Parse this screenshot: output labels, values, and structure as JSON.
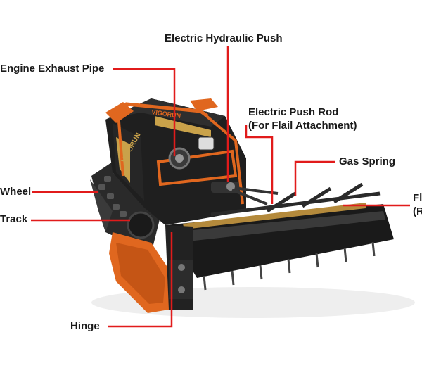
{
  "machine": {
    "brand_text": "VIGORUN",
    "body_color": "#1f1f1f",
    "accent_color": "#e0671f",
    "leader_color": "#e11b1b"
  },
  "labels": {
    "electric_hydraulic_push": "Electric Hydraulic Push",
    "engine_exhaust_pipe": "Engine Exhaust Pipe",
    "electric_push_rod_line1": "Electric Push Rod",
    "electric_push_rod_line2": "(For Flail Attachment)",
    "gas_spring": "Gas Spring",
    "wheel": "Wheel",
    "track": "Track",
    "hinge": "Hinge",
    "flail_partial_line1": "Fl",
    "flail_partial_line2": "(R"
  }
}
